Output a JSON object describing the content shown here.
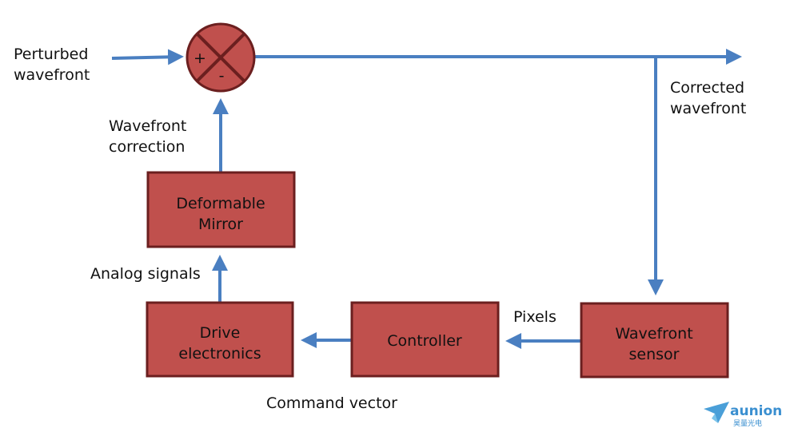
{
  "colors": {
    "block_fill": "#c0504d",
    "block_stroke": "#6b1f1f",
    "arrow": "#4a7fc1"
  },
  "junction": {
    "plus": "+",
    "minus": "-"
  },
  "labels": {
    "perturbed": [
      "Perturbed",
      "wavefront"
    ],
    "corrected": [
      "Corrected",
      "wavefront"
    ],
    "correction": [
      "Wavefront",
      "correction"
    ],
    "analog": "Analog signals",
    "pixels": "Pixels",
    "command": "Command vector"
  },
  "blocks": {
    "mirror": [
      "Deformable",
      "Mirror"
    ],
    "drive": [
      "Drive",
      "electronics"
    ],
    "controller": [
      "Controller"
    ],
    "sensor": [
      "Wavefront",
      "sensor"
    ]
  },
  "logo": {
    "name": "aunion",
    "subtitle": "昊量光电"
  }
}
